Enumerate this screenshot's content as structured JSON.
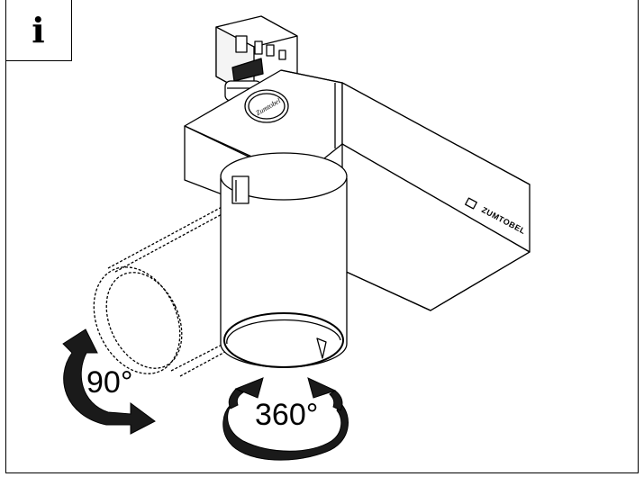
{
  "info_badge": {
    "glyph": "i",
    "icon": "info-icon"
  },
  "rotation_labels": {
    "tilt": "90°",
    "rotate": "360°"
  },
  "product": {
    "brand": "ZUMTOBEL",
    "badge": "Zumtobel"
  },
  "colors": {
    "line": "#000000",
    "fill": "#ffffff",
    "arrow": "#1a1a1a"
  }
}
